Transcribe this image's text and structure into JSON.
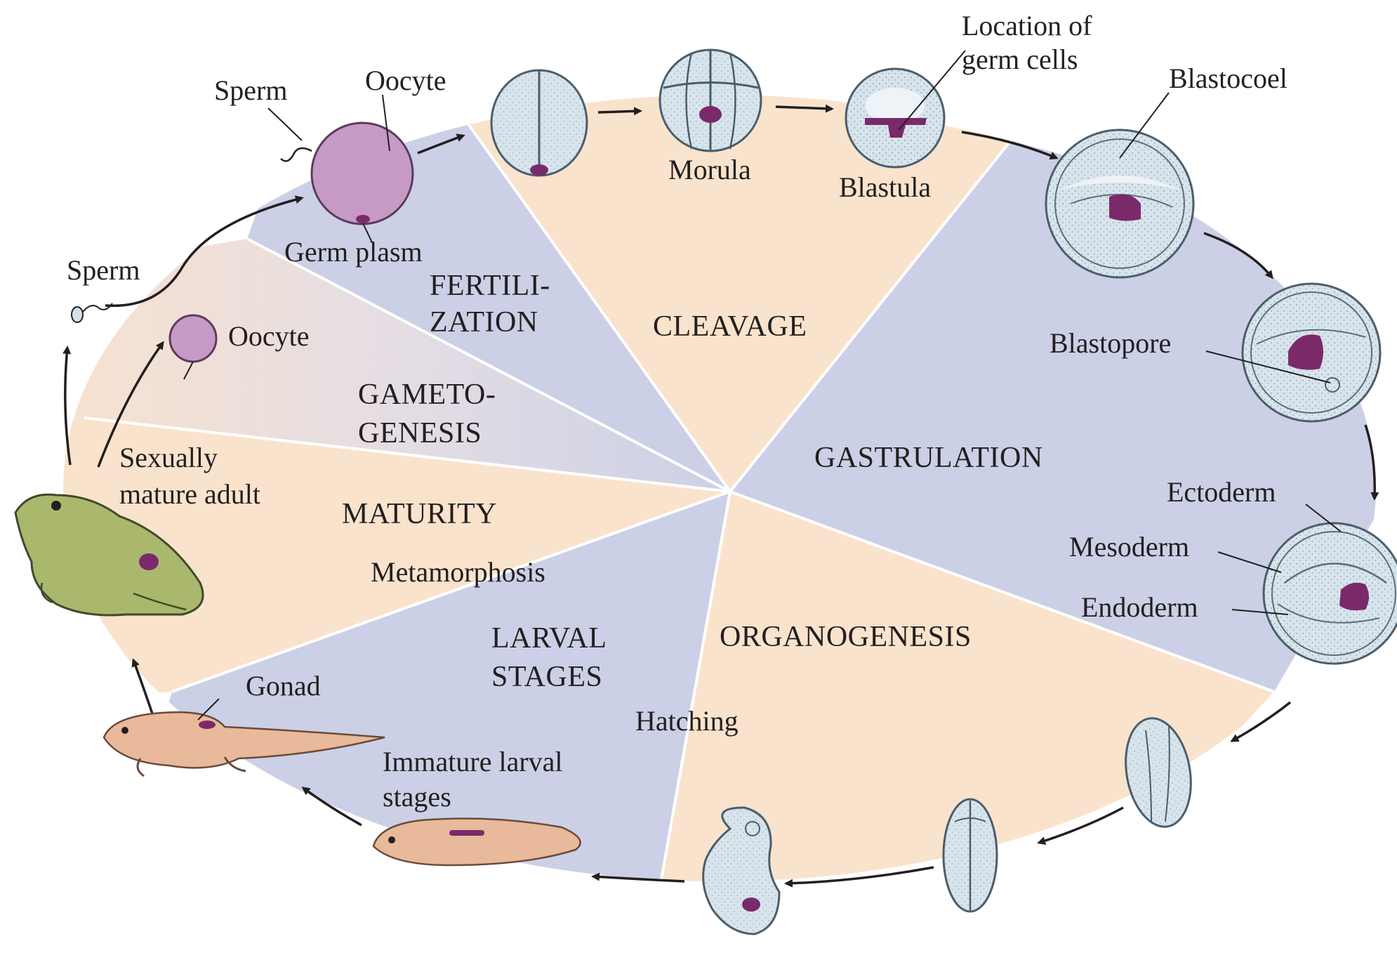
{
  "diagram": {
    "stages": {
      "fertilization": "FERTILI-\nZATION",
      "cleavage": "CLEAVAGE",
      "gastrulation": "GASTRULATION",
      "organogenesis": "ORGANOGENESIS",
      "larval": "LARVAL\nSTAGES",
      "maturity": "MATURITY",
      "gametogenesis": "GAMETO-\nGENESIS"
    },
    "labels": {
      "sperm_top": "Sperm",
      "oocyte_top": "Oocyte",
      "germ_plasm": "Germ plasm",
      "sperm_left": "Sperm",
      "oocyte_left": "Oocyte",
      "morula": "Morula",
      "blastula": "Blastula",
      "location_germ_cells": "Location of\ngerm cells",
      "blastocoel": "Blastocoel",
      "blastopore": "Blastopore",
      "ectoderm": "Ectoderm",
      "mesoderm": "Mesoderm",
      "endoderm": "Endoderm",
      "hatching": "Hatching",
      "immature_larval": "Immature larval\nstages",
      "gonad": "Gonad",
      "metamorphosis": "Metamorphosis",
      "sexually_mature": "Sexually\nmature adult"
    },
    "colors": {
      "blue_sector": "#cbd0e6",
      "peach_sector": "#fae3cc",
      "embryo": "#d8e4ec",
      "germ_plasm": "#7a2a6a",
      "oocyte": "#c79ac6",
      "frog": "#a9b86c",
      "tadpole": "#e8b99a"
    }
  }
}
